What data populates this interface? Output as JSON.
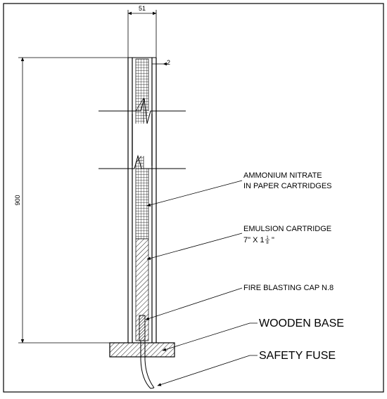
{
  "dimensions": {
    "width_label": "51",
    "wall_label": "2",
    "height_label": "900"
  },
  "labels": {
    "ammonium_line1": "AMMONIUM NITRATE",
    "ammonium_line2": "IN PAPER CARTRIDGES",
    "emulsion_line1": "EMULSION CARTRIDGE",
    "emulsion_size_prefix": "7\" X 1",
    "emulsion_frac_num": "1",
    "emulsion_frac_den": "8",
    "emulsion_size_suffix": "\"",
    "blasting_cap": "FIRE BLASTING CAP N.8",
    "wooden_base": "WOODEN BASE",
    "safety_fuse": "SAFETY FUSE"
  },
  "colors": {
    "line": "#000000",
    "background": "#ffffff"
  }
}
